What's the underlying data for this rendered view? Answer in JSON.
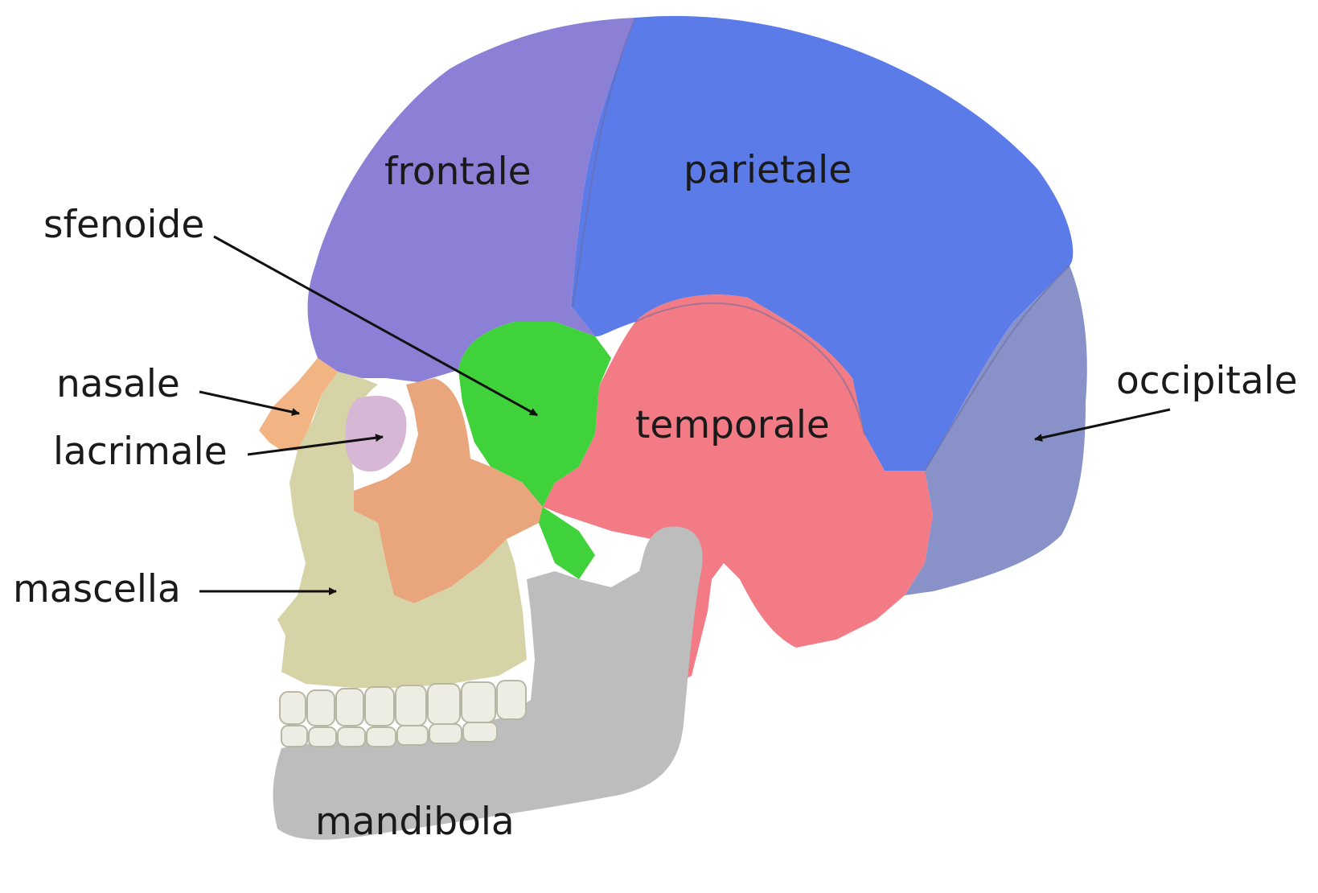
{
  "labels": {
    "frontale": "frontale",
    "parietale": "parietale",
    "sfenoide": "sfenoide",
    "nasale": "nasale",
    "lacrimale": "lacrimale",
    "temporale": "temporale",
    "occipitale": "occipitale",
    "mascella": "mascella",
    "mandibola": "mandibola"
  },
  "colors": {
    "frontale": "#8b7fd6",
    "parietale": "#5a7be8",
    "sfenoide": "#3fd23a",
    "nasale": "#f3b483",
    "lacrimale": "#d6b7d6",
    "temporale": "#f27b86",
    "occipitale": "#8892c8",
    "mascella": "#d6d3a6",
    "zigomatico": "#e9a57b",
    "mandibola": "#bdbdbd",
    "denti": "#eeede4",
    "arrow": "#111111"
  }
}
